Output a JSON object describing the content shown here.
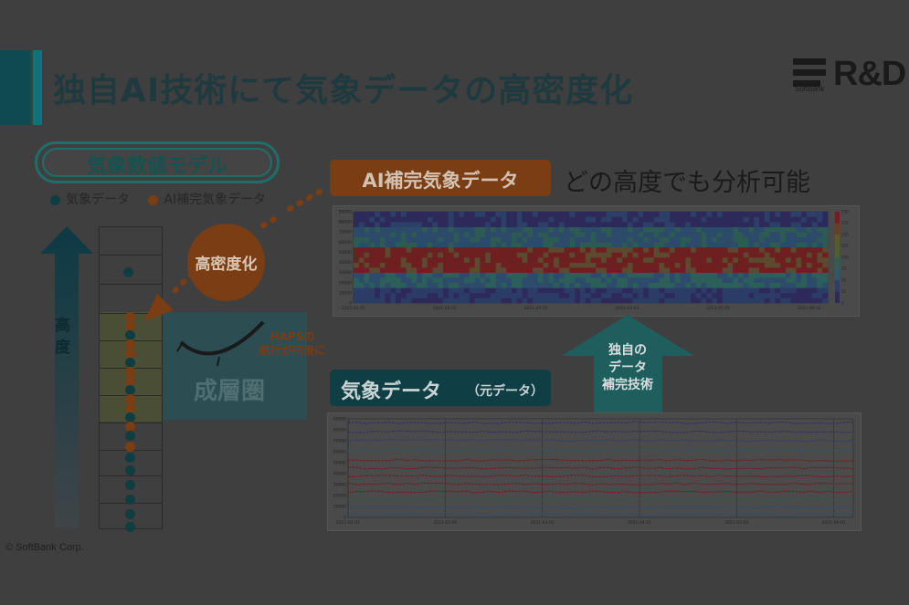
{
  "slide": {
    "title": "独自AI技術にて気象データの高密度化",
    "logo": {
      "mark": "R&D",
      "company": "SoftBank"
    },
    "copyright": "© SoftBank Corp."
  },
  "left_panel": {
    "model_label": "気象数値モデル",
    "legend": [
      {
        "label": "気象データ",
        "color": "#0f3d42"
      },
      {
        "label": "AI補完気象データ",
        "color": "#7a3d14"
      }
    ],
    "altitude_label": "高度",
    "densify_label": "高密度化",
    "haps_note_line1": "HAPSの",
    "haps_note_line2": "航行が円滑に",
    "stratosphere_label": "成層圏"
  },
  "right_panel": {
    "ai_data_label": "AI補完気象データ",
    "any_altitude": "どの高度でも分析可能",
    "tech_label_line1": "独自の",
    "tech_label_line2": "データ",
    "tech_label_line3": "補完技術",
    "original_label": "気象データ",
    "original_sub": "（元データ）"
  },
  "chart_data": [
    {
      "type": "heatmap",
      "x_ticks": [
        "2021-01-01",
        "2021-02-01",
        "2021-03-01",
        "2021-04-01",
        "2021-05-01",
        "2021-06-01"
      ],
      "y_ticks": [
        "0",
        "10000",
        "20000",
        "30000",
        "40000",
        "50000",
        "60000",
        "70000",
        "80000",
        "90000"
      ],
      "ylim": [
        0,
        90000
      ],
      "colorbar_ticks": [
        "0",
        "25",
        "50",
        "75",
        "100",
        "125",
        "150",
        "175",
        "200"
      ],
      "colorbar_range": [
        0,
        200
      ]
    },
    {
      "type": "scatter",
      "x_ticks": [
        "2021-01-01",
        "2021-02-01",
        "2021-03-01",
        "2021-04-01",
        "2021-05-01",
        "2021-06-01"
      ],
      "y_ticks": [
        "0",
        "10000",
        "20000",
        "30000",
        "40000",
        "50000",
        "60000",
        "70000",
        "80000",
        "90000"
      ],
      "ylim": [
        0,
        90000
      ]
    }
  ]
}
